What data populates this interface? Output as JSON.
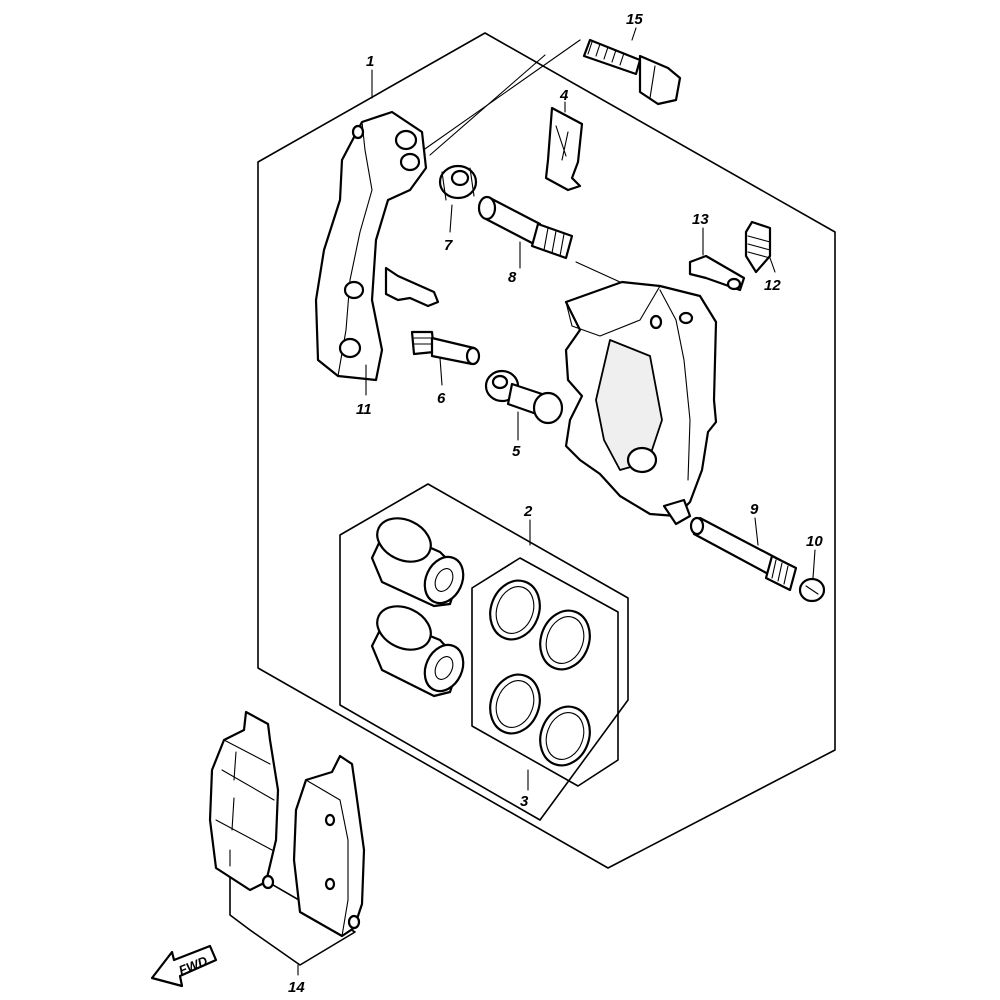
{
  "callouts": [
    {
      "id": "c1",
      "text": "1"
    },
    {
      "id": "c2",
      "text": "2"
    },
    {
      "id": "c3",
      "text": "3"
    },
    {
      "id": "c4",
      "text": "4"
    },
    {
      "id": "c5",
      "text": "5"
    },
    {
      "id": "c6",
      "text": "6"
    },
    {
      "id": "c7",
      "text": "7"
    },
    {
      "id": "c8",
      "text": "8"
    },
    {
      "id": "c9",
      "text": "9"
    },
    {
      "id": "c10",
      "text": "10"
    },
    {
      "id": "c11",
      "text": "11"
    },
    {
      "id": "c12",
      "text": "12"
    },
    {
      "id": "c13",
      "text": "13"
    },
    {
      "id": "c14",
      "text": "14"
    },
    {
      "id": "c15",
      "text": "15"
    }
  ],
  "direction_marker": {
    "text": "FWD",
    "icon": "fwd-arrow-icon"
  }
}
